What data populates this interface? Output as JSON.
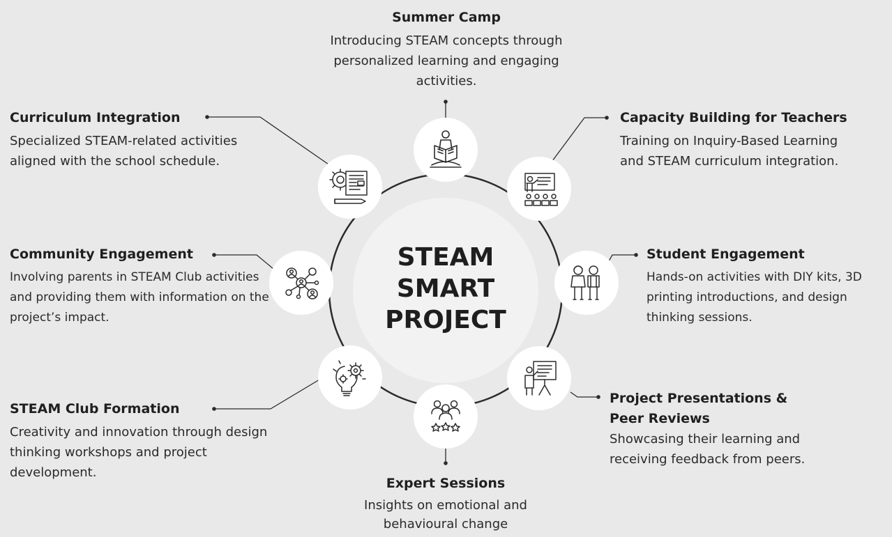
{
  "center": {
    "lines": [
      "STEAM",
      "SMART",
      "PROJECT"
    ]
  },
  "items": {
    "summer_camp": {
      "title": "Summer Camp",
      "description": "Introducing STEAM concepts through personalized learning and engaging activities.",
      "icon": "reading-person-icon"
    },
    "capacity_building": {
      "title": "Capacity Building for Teachers",
      "description": "Training on Inquiry-Based Learning and STEAM curriculum integration.",
      "icon": "teacher-board-icon"
    },
    "student_engagement": {
      "title": "Student Engagement",
      "description": "Hands-on activities with DIY kits, 3D printing introductions, and design thinking sessions.",
      "icon": "students-icon"
    },
    "project_presentations": {
      "title": "Project Presentations & Peer Reviews",
      "description": "Showcasing their learning and receiving feedback from peers.",
      "icon": "presenter-icon"
    },
    "expert_sessions": {
      "title": "Expert Sessions",
      "description": "Insights on emotional and behavioural change",
      "icon": "expert-group-stars-icon"
    },
    "steam_club": {
      "title": "STEAM Club Formation",
      "description": "Creativity and innovation through design thinking workshops and project development.",
      "icon": "lightbulb-gear-icon"
    },
    "community_engagement": {
      "title": "Community Engagement",
      "description": "Involving parents in STEAM Club activities and providing them with information on the project’s impact.",
      "icon": "community-network-icon"
    },
    "curriculum_integration": {
      "title": "Curriculum Integration",
      "description": "Specialized STEAM-related activities aligned with the school schedule.",
      "icon": "curriculum-gear-document-icon"
    }
  },
  "colors": {
    "background": "#e9e9ea",
    "ring": "#2b2b2b",
    "center_fill": "#f2f2f2",
    "node_fill": "#ffffff"
  }
}
